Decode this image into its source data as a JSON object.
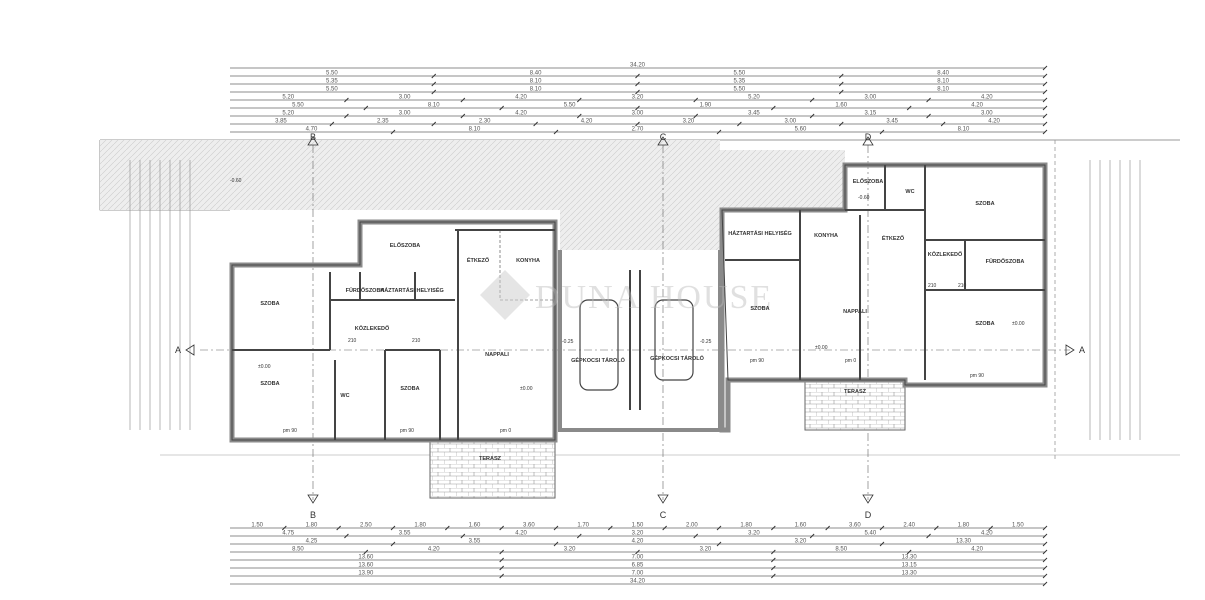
{
  "watermark": "DUNA HOUSE",
  "axes": {
    "a": "A",
    "b": "B",
    "c": "C",
    "d": "D"
  },
  "dimensions_top": [
    [
      "34.20"
    ],
    [
      "5.50",
      "8.40",
      "5.50",
      "8.40"
    ],
    [
      "5.35",
      "8.10",
      "5.35",
      "8.10"
    ],
    [
      "5.50",
      "8.10",
      "5.50",
      "8.10"
    ],
    [
      "5.20",
      "3.00",
      "4.20",
      "3.20",
      "5.20",
      "3.00",
      "4.20"
    ],
    [
      "5.50",
      "8.10",
      "5.50",
      "1.90",
      "1.60",
      "4.20"
    ],
    [
      "5.20",
      "3.00",
      "4.20",
      "3.00",
      "3.45",
      "3.15",
      "3.00"
    ],
    [
      "3.85",
      "2.35",
      "2.30",
      "4.20",
      "3.20",
      "3.00",
      "3.45",
      "4.20"
    ],
    [
      "4.70",
      "8.10",
      "2.70",
      "5.60",
      "8.10"
    ]
  ],
  "dimensions_bottom": [
    [
      "1.50",
      "1.80",
      "2.50",
      "1.80",
      "1.60",
      "3.60",
      "1.70",
      "1.50",
      "2.00",
      "1.80",
      "1.60",
      "3.60",
      "2.40",
      "1.80",
      "1.50"
    ],
    [
      "4.75",
      "3.55",
      "4.20",
      "3.20",
      "3.20",
      "5.40",
      "4.20"
    ],
    [
      "4.25",
      "3.55",
      "4.20",
      "3.20",
      "13.30"
    ],
    [
      "8.50",
      "4.20",
      "3.20",
      "3.20",
      "8.50",
      "4.20"
    ],
    [
      "13.60",
      "7.00",
      "13.30"
    ],
    [
      "13.60",
      "6.85",
      "13.15"
    ],
    [
      "13.90",
      "7.00",
      "13.30"
    ],
    [
      "34.20"
    ]
  ],
  "rooms": {
    "l_szoba1": "SZOBA",
    "l_szoba2": "SZOBA",
    "l_szoba3": "SZOBA",
    "l_furdo": "FÜRDŐSZOBA",
    "l_haztartasi": "HÁZTARTÁSI HELYISÉG",
    "l_eloszoba": "ELŐSZOBA",
    "l_etkezo": "ÉTKEZŐ",
    "l_konyha": "KONYHA",
    "l_nappali": "NAPPALI",
    "l_kozlekedo": "KÖZLEKEDŐ",
    "l_wc": "WC",
    "l_terasz": "TERASZ",
    "garage1": "GÉPKOCSI TÁROLÓ",
    "garage2": "GÉPKOCSI TÁROLÓ",
    "r_haztartasi": "HÁZTARTÁSI HELYISÉG",
    "r_konyha": "KONYHA",
    "r_etkezo": "ÉTKEZŐ",
    "r_szoba1": "SZOBA",
    "r_nappali": "NAPPALI",
    "r_szoba2": "SZOBA",
    "r_kozlekedo": "KÖZLEKEDŐ",
    "r_furdo": "FÜRDŐSZOBA",
    "r_szoba3": "SZOBA",
    "r_eloszoba": "ELŐSZOBA",
    "r_wc": "WC",
    "r_terasz": "TERASZ"
  },
  "levels": {
    "l1": "±0.00",
    "l2": "±0.00",
    "l3": "-0.60",
    "g1": "-0.25",
    "g2": "-0.25",
    "r1": "±0.00",
    "r2": "±0.00",
    "r3": "-0.60"
  },
  "labels": {
    "pm_l1": "pm 90",
    "pm_l2": "pm 90",
    "pm_l3": "pm 0",
    "pm_r1": "pm 90",
    "pm_r2": "pm 0",
    "pm_r3": "pm 90",
    "door1": "210",
    "door2": "210",
    "door3": "210",
    "door4": "210"
  }
}
